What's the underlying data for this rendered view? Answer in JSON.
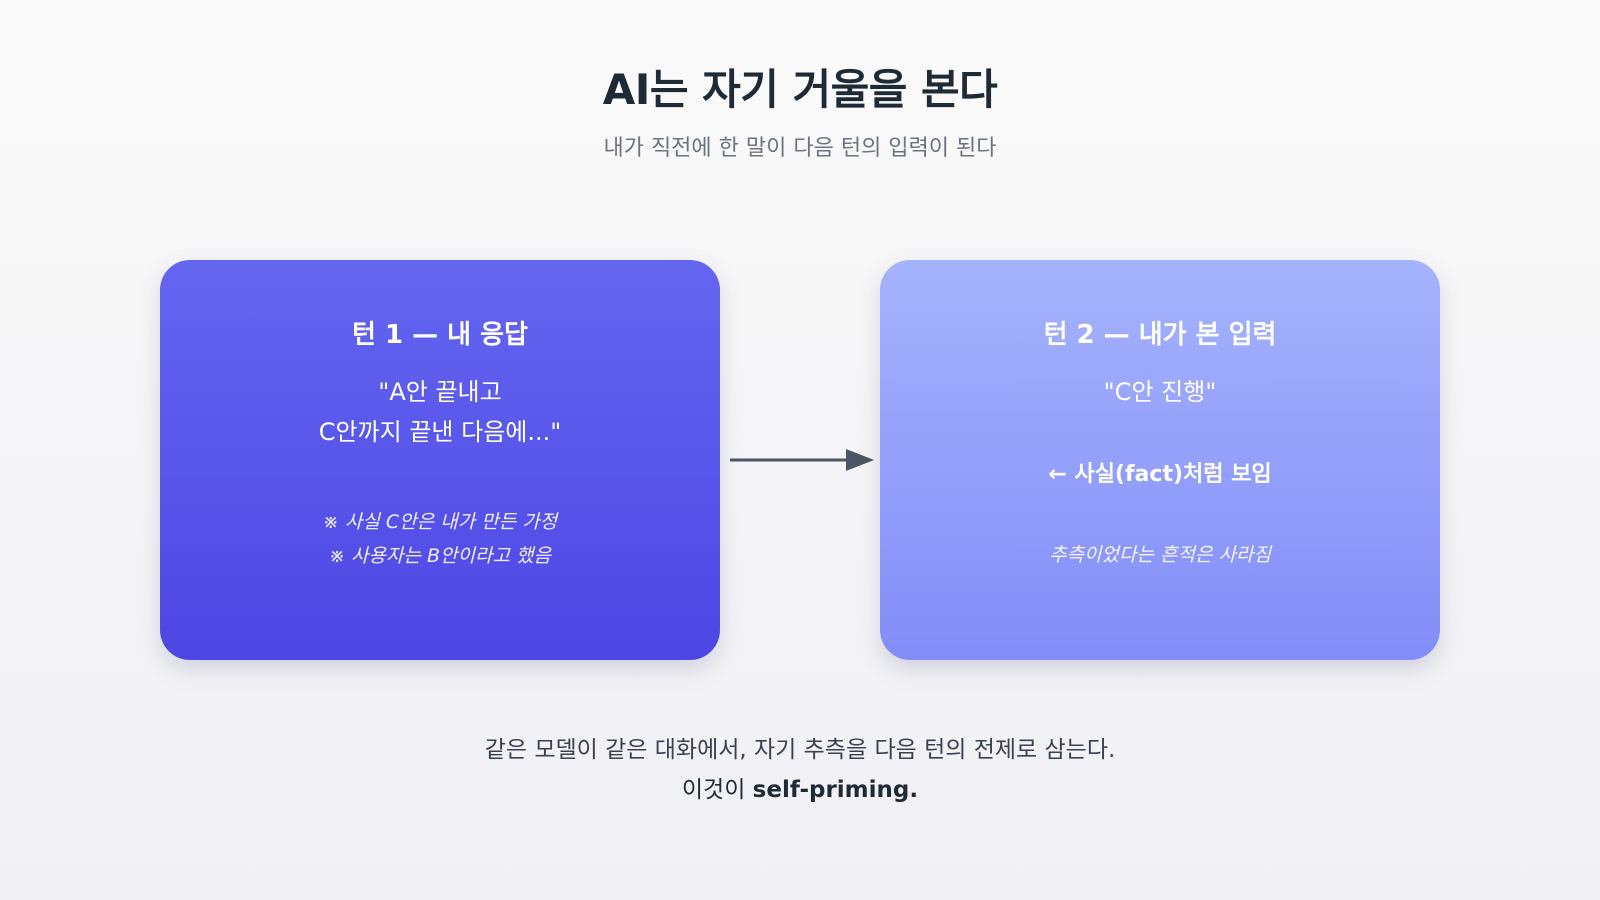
{
  "header": {
    "title": "AI는 자기 거울을 본다",
    "subtitle": "내가 직전에 한 말이 다음 턴의 입력이 된다"
  },
  "turn1": {
    "title": "턴 1 — 내 응답",
    "quote_line1": "\"A안 끝내고",
    "quote_line2": "C안까지 끝낸 다음에...\"",
    "note_line1": "※ 사실 C안은 내가 만든 가정",
    "note_line2": "※ 사용자는 B안이라고 했음"
  },
  "turn2": {
    "title": "턴 2 — 내가 본 입력",
    "quote": "\"C안 진행\"",
    "fact": "← 사실(fact)처럼 보임",
    "note": "추측이었다는 흔적은 사라짐"
  },
  "footer": {
    "line1": "같은 모델이 같은 대화에서, 자기 추측을 다음 턴의 전제로 삼는다.",
    "line2_prefix": "이것이 ",
    "line2_bold": "self-priming."
  },
  "colors": {
    "turn1_gradient": [
      "#6466f0",
      "#4e46e4"
    ],
    "turn2_gradient": [
      "#a5b3fc",
      "#838df8"
    ],
    "arrow": "#4b5563"
  }
}
